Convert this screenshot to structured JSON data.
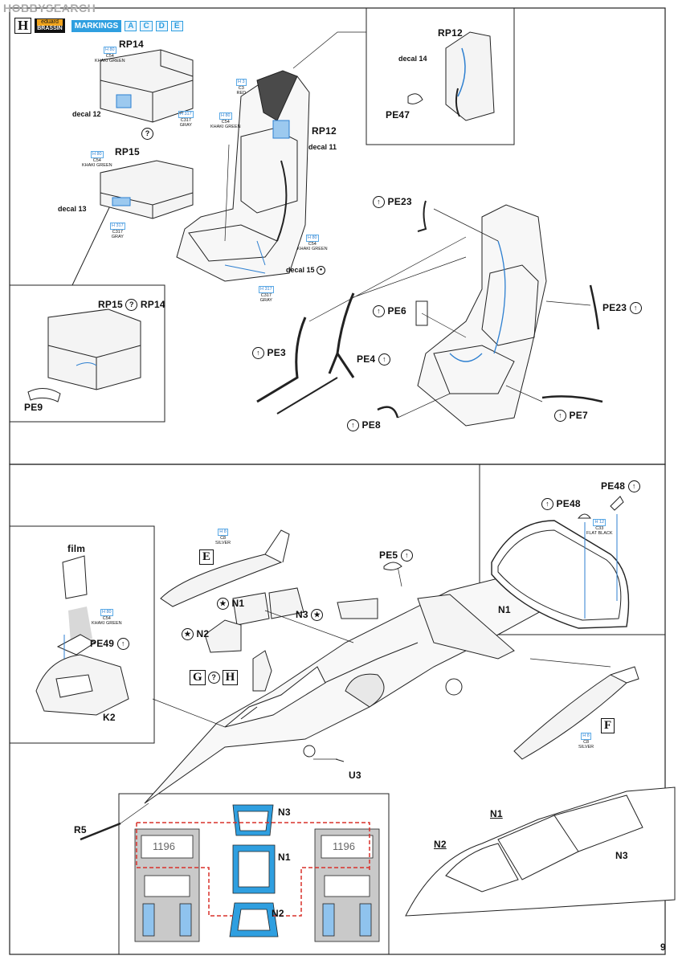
{
  "watermark": "HOBBYSEARCH",
  "header": {
    "step_letter": "H",
    "brand_top": "eduard",
    "brand_bottom": "BRASSIN",
    "markings_label": "MARKINGS",
    "markings": [
      "A",
      "C",
      "D",
      "E"
    ]
  },
  "parts": {
    "rp14": "RP14",
    "rp15": "RP15",
    "rp12_main": "RP12",
    "rp12_inset": "RP12",
    "rp15_or_rp14": [
      "RP15",
      "RP14"
    ],
    "pe9": "PE9",
    "pe3": "PE3",
    "pe4": "PE4",
    "pe6": "PE6",
    "pe8": "PE8",
    "pe23_left": "PE23",
    "pe23_right": "PE23",
    "pe7": "PE7",
    "pe47": "PE47",
    "film": "film",
    "pe49": "PE49",
    "k2": "K2",
    "n1_main": "N1",
    "n2_main": "N2",
    "n3_main": "N3",
    "pe5": "PE5",
    "pe48_a": "PE48",
    "pe48_b": "PE48",
    "n1_inset": "N1",
    "u3": "U3",
    "r5": "R5",
    "n1_bottom": "N1",
    "n2_bottom": "N2",
    "n3_bottom": "N3",
    "n1_detail": "N1",
    "n2_detail": "N2",
    "n3_detail": "N3"
  },
  "decals": {
    "d12": "decal 12",
    "d13": "decal 13",
    "d11": "decal 11",
    "d14": "decal 14",
    "d15": "decal 15"
  },
  "paints": {
    "rp14_khaki": {
      "h": "H 80",
      "c": "C54",
      "name": "KHAKI GREEN"
    },
    "rp14_gray": {
      "h": "H 317",
      "c": "C317",
      "name": "GRAY"
    },
    "rp15_khaki": {
      "h": "H 80",
      "c": "C54",
      "name": "KHAKI GREEN"
    },
    "rp15_gray": {
      "h": "H 317",
      "c": "C317",
      "name": "GRAY"
    },
    "seat_red": {
      "h": "H 3",
      "c": "C3",
      "name": "RED"
    },
    "seat_khaki": {
      "h": "H 80",
      "c": "C54",
      "name": "KHAKI GREEN"
    },
    "seat_khaki2": {
      "h": "H 80",
      "c": "C54",
      "name": "KHAKI GREEN"
    },
    "seat_gray": {
      "h": "H 317",
      "c": "C317",
      "name": "GRAY"
    },
    "tank_e_silver": {
      "h": "H 8",
      "c": "C8",
      "name": "SILVER"
    },
    "tank_f_silver": {
      "h": "H 8",
      "c": "C8",
      "name": "SILVER"
    },
    "film_khaki": {
      "h": "H 80",
      "c": "C54",
      "name": "KHAKI GREEN"
    },
    "pe48_black": {
      "h": "H 12",
      "c": "C33",
      "name": "FLAT BLACK"
    }
  },
  "markers": {
    "question": "?",
    "e_box": "E",
    "f_box": "F",
    "g_box": "G",
    "h_box": "H"
  },
  "mask_text": [
    "1196",
    "1196"
  ],
  "page_number": "9",
  "colors": {
    "accent_blue": "#5aa9e6",
    "mask_gray": "#c9c9c9",
    "marking_blue": "#2f9fe0",
    "mask_red": "#d9302a"
  }
}
